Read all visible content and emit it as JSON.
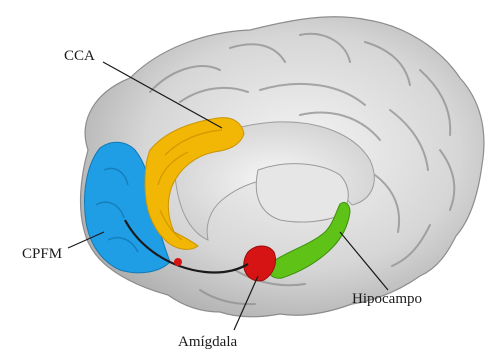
{
  "labels": {
    "cca": "CCA",
    "cpfm": "CPFM",
    "amygdala": "Amígdala",
    "hippocampus": "Hipocampo"
  },
  "regions": {
    "cca": {
      "color": "#f2b705"
    },
    "cpfm": {
      "color": "#1f9ee6"
    },
    "amygdala": {
      "color": "#d61414"
    },
    "hippocampus": {
      "color": "#5ec217"
    }
  },
  "colors": {
    "brain": "#d9d9d9",
    "brain_shadow": "#9a9a9a",
    "connector": "#1a1a1a"
  }
}
